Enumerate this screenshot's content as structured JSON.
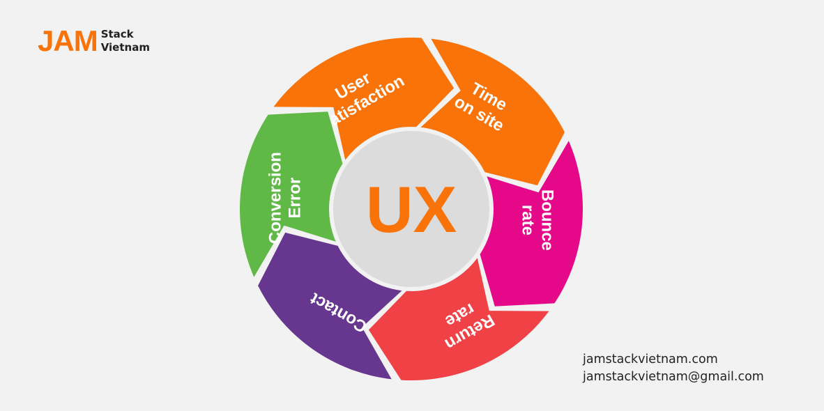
{
  "logo": {
    "main": "JAM",
    "line1": "Stack",
    "line2": "Vietnam"
  },
  "center": {
    "label": "UX"
  },
  "segments": [
    {
      "id": "user-satisfaction",
      "lines": [
        "User",
        "satisfaction"
      ],
      "color": "#f97308"
    },
    {
      "id": "time-on-site",
      "lines": [
        "Time",
        "on site"
      ],
      "color": "#f97308"
    },
    {
      "id": "bounce-rate",
      "lines": [
        "Bounce",
        "rate"
      ],
      "color": "#e5098a"
    },
    {
      "id": "return-rate",
      "lines": [
        "Return",
        "rate"
      ],
      "color": "#ef4146"
    },
    {
      "id": "contact",
      "lines": [
        "Contact"
      ],
      "color": "#67368e"
    },
    {
      "id": "conversion-error",
      "lines": [
        "Conversion",
        "Error"
      ],
      "color": "#60b946"
    }
  ],
  "contact": {
    "website": "jamstackvietnam.com",
    "email": "jamstackvietnam@gmail.com"
  },
  "colors": {
    "brand": "#f97308",
    "center_bg": "#dcdcdc",
    "background": "#f2f2f2",
    "text": "#222222"
  }
}
